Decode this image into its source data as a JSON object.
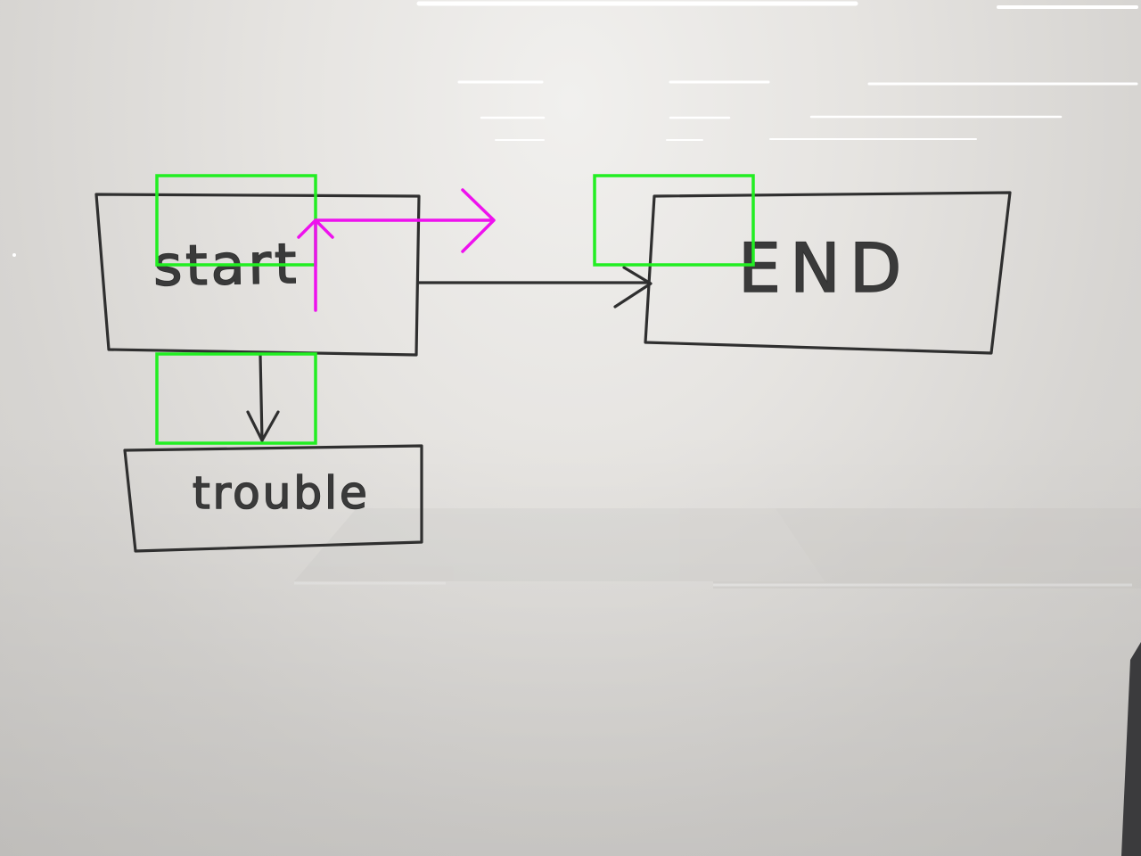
{
  "diagram": {
    "nodes": {
      "start": {
        "label": "start"
      },
      "end": {
        "label": "END"
      },
      "trouble": {
        "label": "trouble"
      }
    },
    "edges": [
      {
        "from": "start",
        "to": "END"
      },
      {
        "from": "start",
        "to": "trouble"
      }
    ]
  },
  "overlay": {
    "highlight_color": "#22ee22",
    "arrow_color": "#ee11ee",
    "highlight_boxes": [
      {
        "region": "start-box-top-edge"
      },
      {
        "region": "end-box-arrowhead"
      },
      {
        "region": "start-to-trouble-arrowhead"
      }
    ],
    "arrow_icon": "bent-arrow-icon"
  },
  "colors": {
    "marker": "#2f2f2f",
    "board": "#e4e2df",
    "reflection": "#ffffff"
  }
}
